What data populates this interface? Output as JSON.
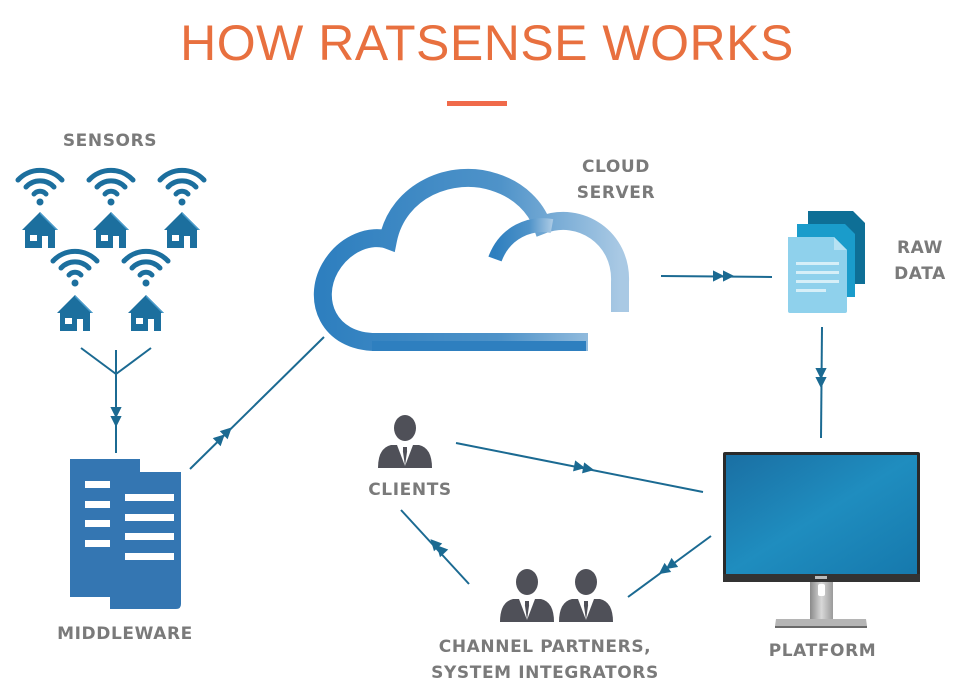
{
  "title": "HOW RATSENSE WORKS",
  "colors": {
    "title": "#e8703f",
    "accent_bar": "#f06a4a",
    "icon_blue": "#1c6f9e",
    "middleware_blue": "#3476b2",
    "connector": "#1b6a92",
    "person": "#4f5058",
    "label_gray": "#7a7a7a"
  },
  "nodes": {
    "sensors": {
      "label": "SENSORS",
      "count": 5
    },
    "cloud": {
      "label_line1": "CLOUD",
      "label_line2": "SERVER"
    },
    "raw_data": {
      "label_line1": "RAW",
      "label_line2": "DATA"
    },
    "middleware": {
      "label": "MIDDLEWARE"
    },
    "clients": {
      "label": "CLIENTS"
    },
    "partners": {
      "label_line1": "CHANNEL PARTNERS,",
      "label_line2": "SYSTEM INTEGRATORS"
    },
    "platform": {
      "label": "PLATFORM"
    }
  },
  "edges": [
    {
      "from": "sensors",
      "to": "middleware"
    },
    {
      "from": "middleware",
      "to": "cloud"
    },
    {
      "from": "cloud",
      "to": "raw_data"
    },
    {
      "from": "raw_data",
      "to": "platform"
    },
    {
      "from": "clients",
      "to": "platform"
    },
    {
      "from": "platform",
      "to": "partners"
    },
    {
      "from": "partners",
      "to": "clients"
    }
  ]
}
